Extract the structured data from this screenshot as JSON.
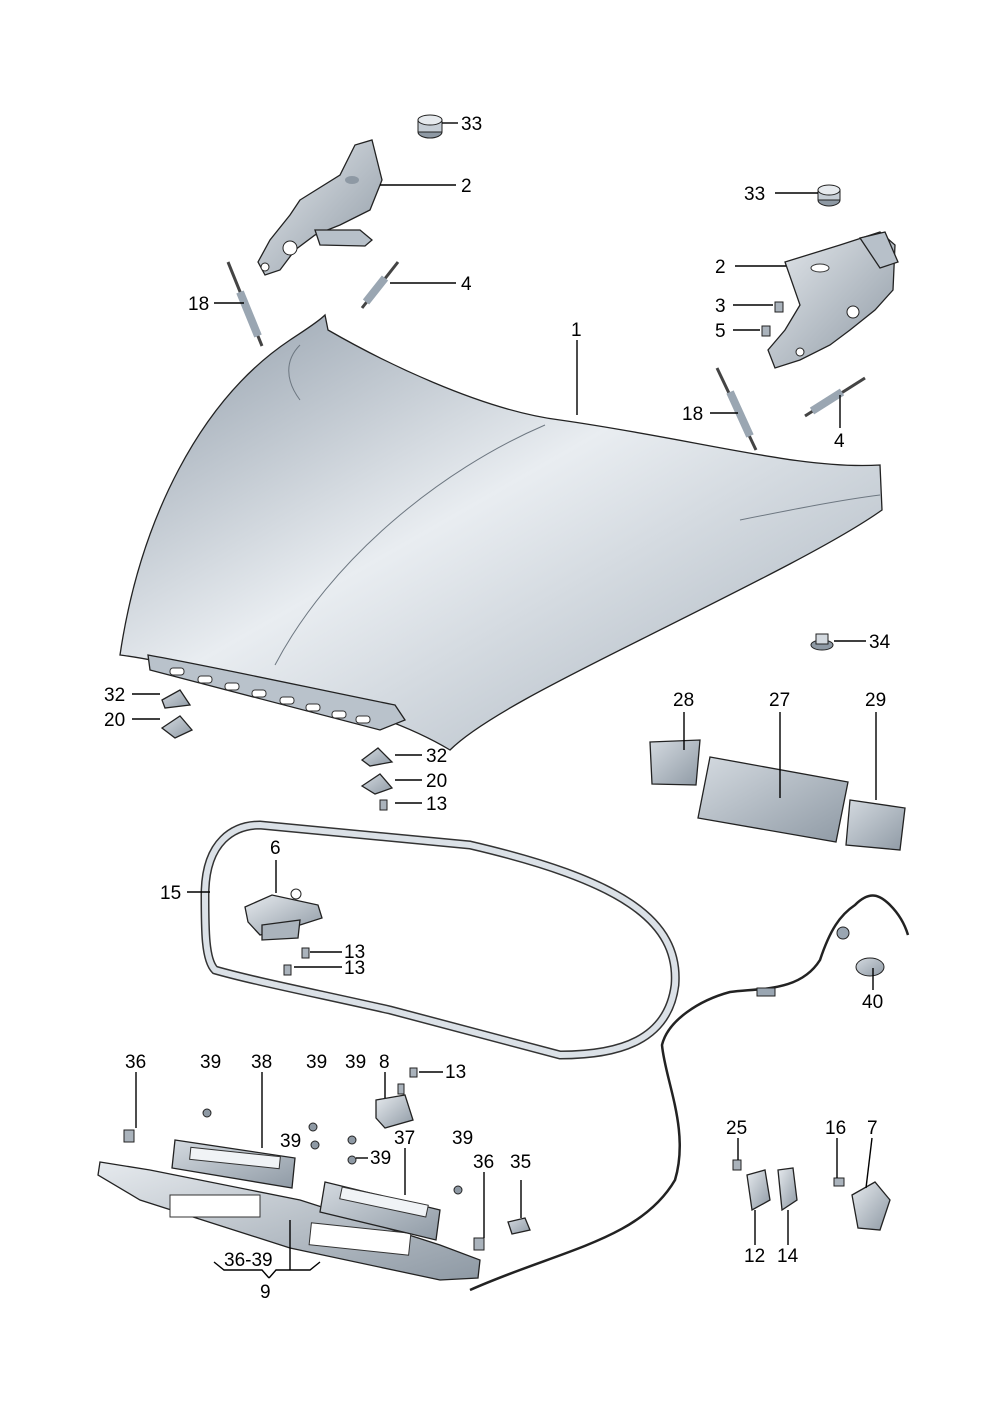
{
  "labels": {
    "p1": "1",
    "p2a": "2",
    "p2b": "2",
    "p3": "3",
    "p4a": "4",
    "p4b": "4",
    "p5": "5",
    "p6": "6",
    "p7": "7",
    "p8": "8",
    "p9": "9",
    "p12": "12",
    "p13a": "13",
    "p13b": "13",
    "p13c": "13",
    "p13d": "13",
    "p14": "14",
    "p15": "15",
    "p16": "16",
    "p18a": "18",
    "p18b": "18",
    "p20a": "20",
    "p20b": "20",
    "p25": "25",
    "p27": "27",
    "p28": "28",
    "p29": "29",
    "p32a": "32",
    "p32b": "32",
    "p33a": "33",
    "p33b": "33",
    "p34": "34",
    "p35": "35",
    "p36a": "36",
    "p36b": "36",
    "p37": "37",
    "p38": "38",
    "p39a": "39",
    "p39b": "39",
    "p39c": "39",
    "p39d": "39",
    "p39e": "39",
    "p39f": "39",
    "p40": "40",
    "range": "36-39"
  },
  "colors": {
    "panel_light": "#e8ecf0",
    "panel_dark": "#9aa6b2",
    "metal": "#c8cfd6",
    "line": "#000000"
  }
}
